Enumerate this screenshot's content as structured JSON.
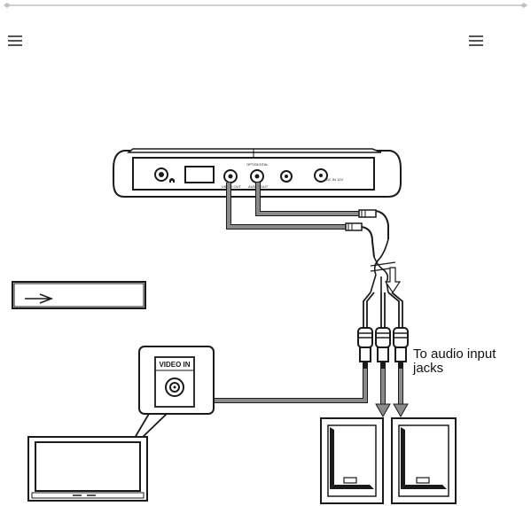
{
  "header": {
    "left_menu_icon": "hamburger-menu-icon",
    "right_menu_icon": "hamburger-menu-icon",
    "rule_color": "#c0c0c0"
  },
  "player": {
    "jack_labels": [
      "",
      "VIDEO OUT",
      "OPT/DIGITAL",
      "AUDIO OUT",
      "",
      "DC IN 12V"
    ]
  },
  "tv_panel": {
    "label": "VIDEO IN"
  },
  "caption": {
    "line1": "To audio input",
    "line2": "jacks"
  },
  "colors": {
    "cable": "#8a8a8a",
    "line": "#1a1a1a"
  }
}
